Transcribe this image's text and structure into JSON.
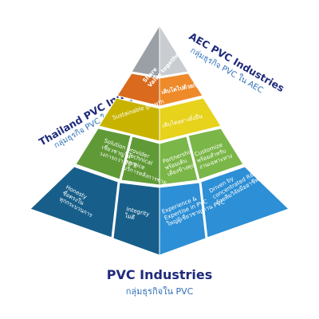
{
  "titles": {
    "left_title": "Thailand PVC Industries",
    "left_sub": "กลุ่มธุรกิจ PVC ในประเทศ",
    "right_title": "AEC PVC Industries",
    "right_sub": "กลุ่มธุรกิจ PVC ใน AEC",
    "bottom_title": "PVC Industries",
    "bottom_sub": "กลุ่มธุรกิจใน PVC"
  },
  "tiers": {
    "orange": {
      "left_lines": [
        "Share",
        "Value together"
      ],
      "right_lines": [
        "เติบโตไปด้วยกัน"
      ]
    },
    "yellow": {
      "left_lines": [
        "Sustainable growth"
      ],
      "right_lines": [
        "เติบโตอย่างยั่งยืน"
      ]
    },
    "green": {
      "left_a_lines": [
        "Solution provider",
        "เชี่ยวชาญใน",
        "วงการกว่า 20 ปี"
      ],
      "left_b_lines": [
        "Technical",
        "service",
        "บริการหลังการขาย"
      ],
      "right_a_lines": [
        "Partnership",
        "พร้อมเติบ",
        "เคียงข้างคุณ"
      ],
      "right_b_lines": [
        "Customize",
        "พร้อมสำหรับ",
        "งานเฉพาะทาง"
      ]
    },
    "blue": {
      "left_a_lines": [
        "Honesty",
        "ซื่อตรงใน",
        "ทุกกระบวนการ"
      ],
      "left_b_lines": [
        "Integrity",
        "ไม่ดี"
      ],
      "right_a_lines": [
        "Experience &",
        "Expertise in PVC",
        "ใหญ่ผู้เชี่ยวชาญด้าน PVC"
      ],
      "right_b_lines": [
        "Driven by",
        "concentrated R&D",
        "ด้วยทีมวิจัยมืออาชีพ"
      ]
    }
  },
  "colors": {
    "grey_left": "#9aa0a6",
    "grey_right": "#c9ccd0",
    "orange_left": "#d96a1e",
    "orange_right": "#ee8a2a",
    "yellow_left": "#c8b400",
    "yellow_right": "#e7d21c",
    "green_left": "#5f9a37",
    "green_right": "#7ab648",
    "blue_left": "#175f8a",
    "blue_right": "#2d8fd5",
    "title_dark": "#1f2a7a",
    "title_light": "#2f6fb8"
  }
}
